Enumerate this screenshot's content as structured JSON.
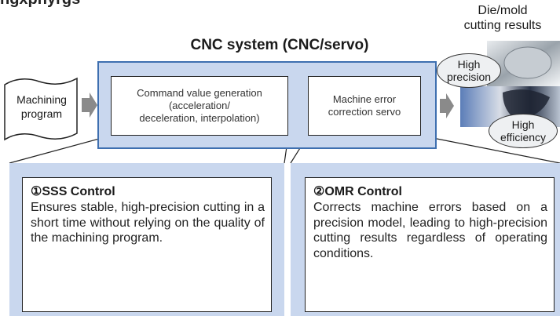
{
  "header": {
    "partial_title": "ngxphyrgs"
  },
  "cnc": {
    "title": "CNC system (CNC/servo)"
  },
  "input": {
    "label_line1": "Machining",
    "label_line2": "program"
  },
  "command_box": {
    "line1": "Command value generation",
    "line2": "(acceleration/",
    "line3": "deceleration, interpolation)"
  },
  "error_box": {
    "line1": "Machine error",
    "line2": "correction servo"
  },
  "results": {
    "title_line1": "Die/mold",
    "title_line2": "cutting results",
    "badge_precision_line1": "High",
    "badge_precision_line2": "precision",
    "badge_efficiency_line1": "High",
    "badge_efficiency_line2": "efficiency"
  },
  "controls": [
    {
      "title": "①SSS Control",
      "body": "Ensures stable, high-precision cutting in a short time without relying on the quality of the machining program."
    },
    {
      "title": "②OMR Control",
      "body": "Corrects machine errors based on a precision model, leading to high-precision cutting results regardless of operating conditions."
    }
  ],
  "colors": {
    "frame_fill": "#c9d7ee",
    "frame_border": "#3e6fb0",
    "arrow": "#8a8a8a"
  }
}
